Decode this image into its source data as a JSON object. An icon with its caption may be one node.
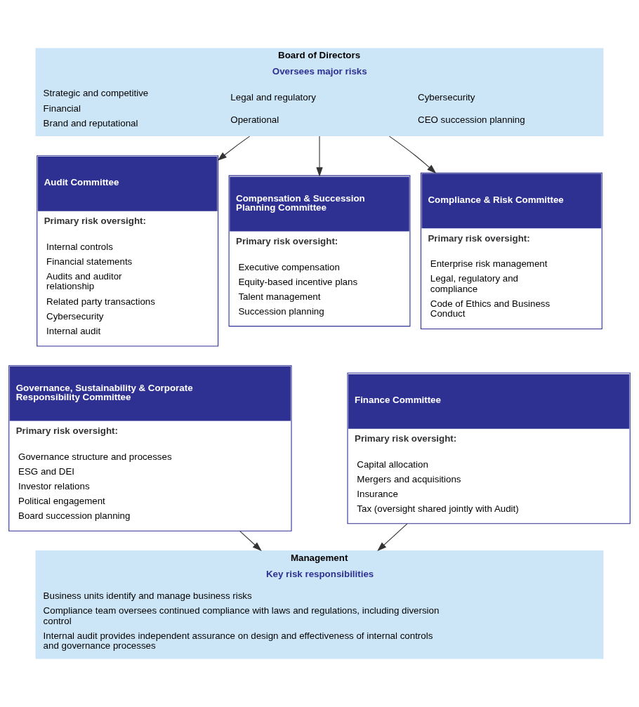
{
  "diagram": {
    "nodes": [
      {
        "text": [
          "Board of Directors",
          "Oversees major risks",
          "Strategic and competitive",
          "Financial",
          "Brand and reputational",
          "Legal and regulatory",
          "Operational",
          "Cybersecurity",
          "CEO succession planning"
        ]
      },
      {
        "text": [
          "Audit Committee",
          "Primary risk oversight:",
          "Internal controls",
          "Financial statements",
          "Audits and auditor relationship",
          "Related party transactions",
          "Cybersecurity",
          "Internal audit"
        ]
      },
      {
        "text": [
          "Compensation & Succession Planning Committee",
          "Primary risk oversight:",
          "Executive compensation",
          "Equity-based incentive plans",
          "Talent management",
          "Succession planning"
        ]
      },
      {
        "text": [
          "Compliance & Risk Committee",
          "Primary risk oversight:",
          "Enterprise risk management",
          "Legal, regulatory and compliance",
          "Code of Ethics and Business Conduct"
        ]
      },
      {
        "text": [
          "Governance, Sustainability & Corporate Responsibility Committee",
          "Primary risk oversight:",
          "Governance structure and processes",
          "ESG and DEI",
          "Investor relations",
          "Political engagement",
          "Board succession planning"
        ]
      },
      {
        "text": [
          "Finance Committee",
          "Primary risk oversight:",
          "Capital allocation",
          "Mergers and acquisitions",
          "Insurance",
          "Tax (oversight shared jointly with Audit)"
        ]
      },
      {
        "text": [
          "Management",
          "Key risk responsibilities",
          "Business units identify and manage business risks",
          "Compliance team oversees continued compliance with laws and regulations, including diversion control",
          "Internal audit provides independent assurance on design and effectiveness of internal controls and governance processes"
        ]
      }
    ],
    "edges": [
      {
        "from": 0,
        "to": 1,
        "arrow": "to"
      },
      {
        "from": 0,
        "to": 2,
        "arrow": "to"
      },
      {
        "from": 0,
        "to": 3,
        "arrow": "to"
      },
      {
        "from": 4,
        "to": 6,
        "arrow": "to"
      },
      {
        "from": 5,
        "to": 6,
        "arrow": "to"
      }
    ]
  }
}
